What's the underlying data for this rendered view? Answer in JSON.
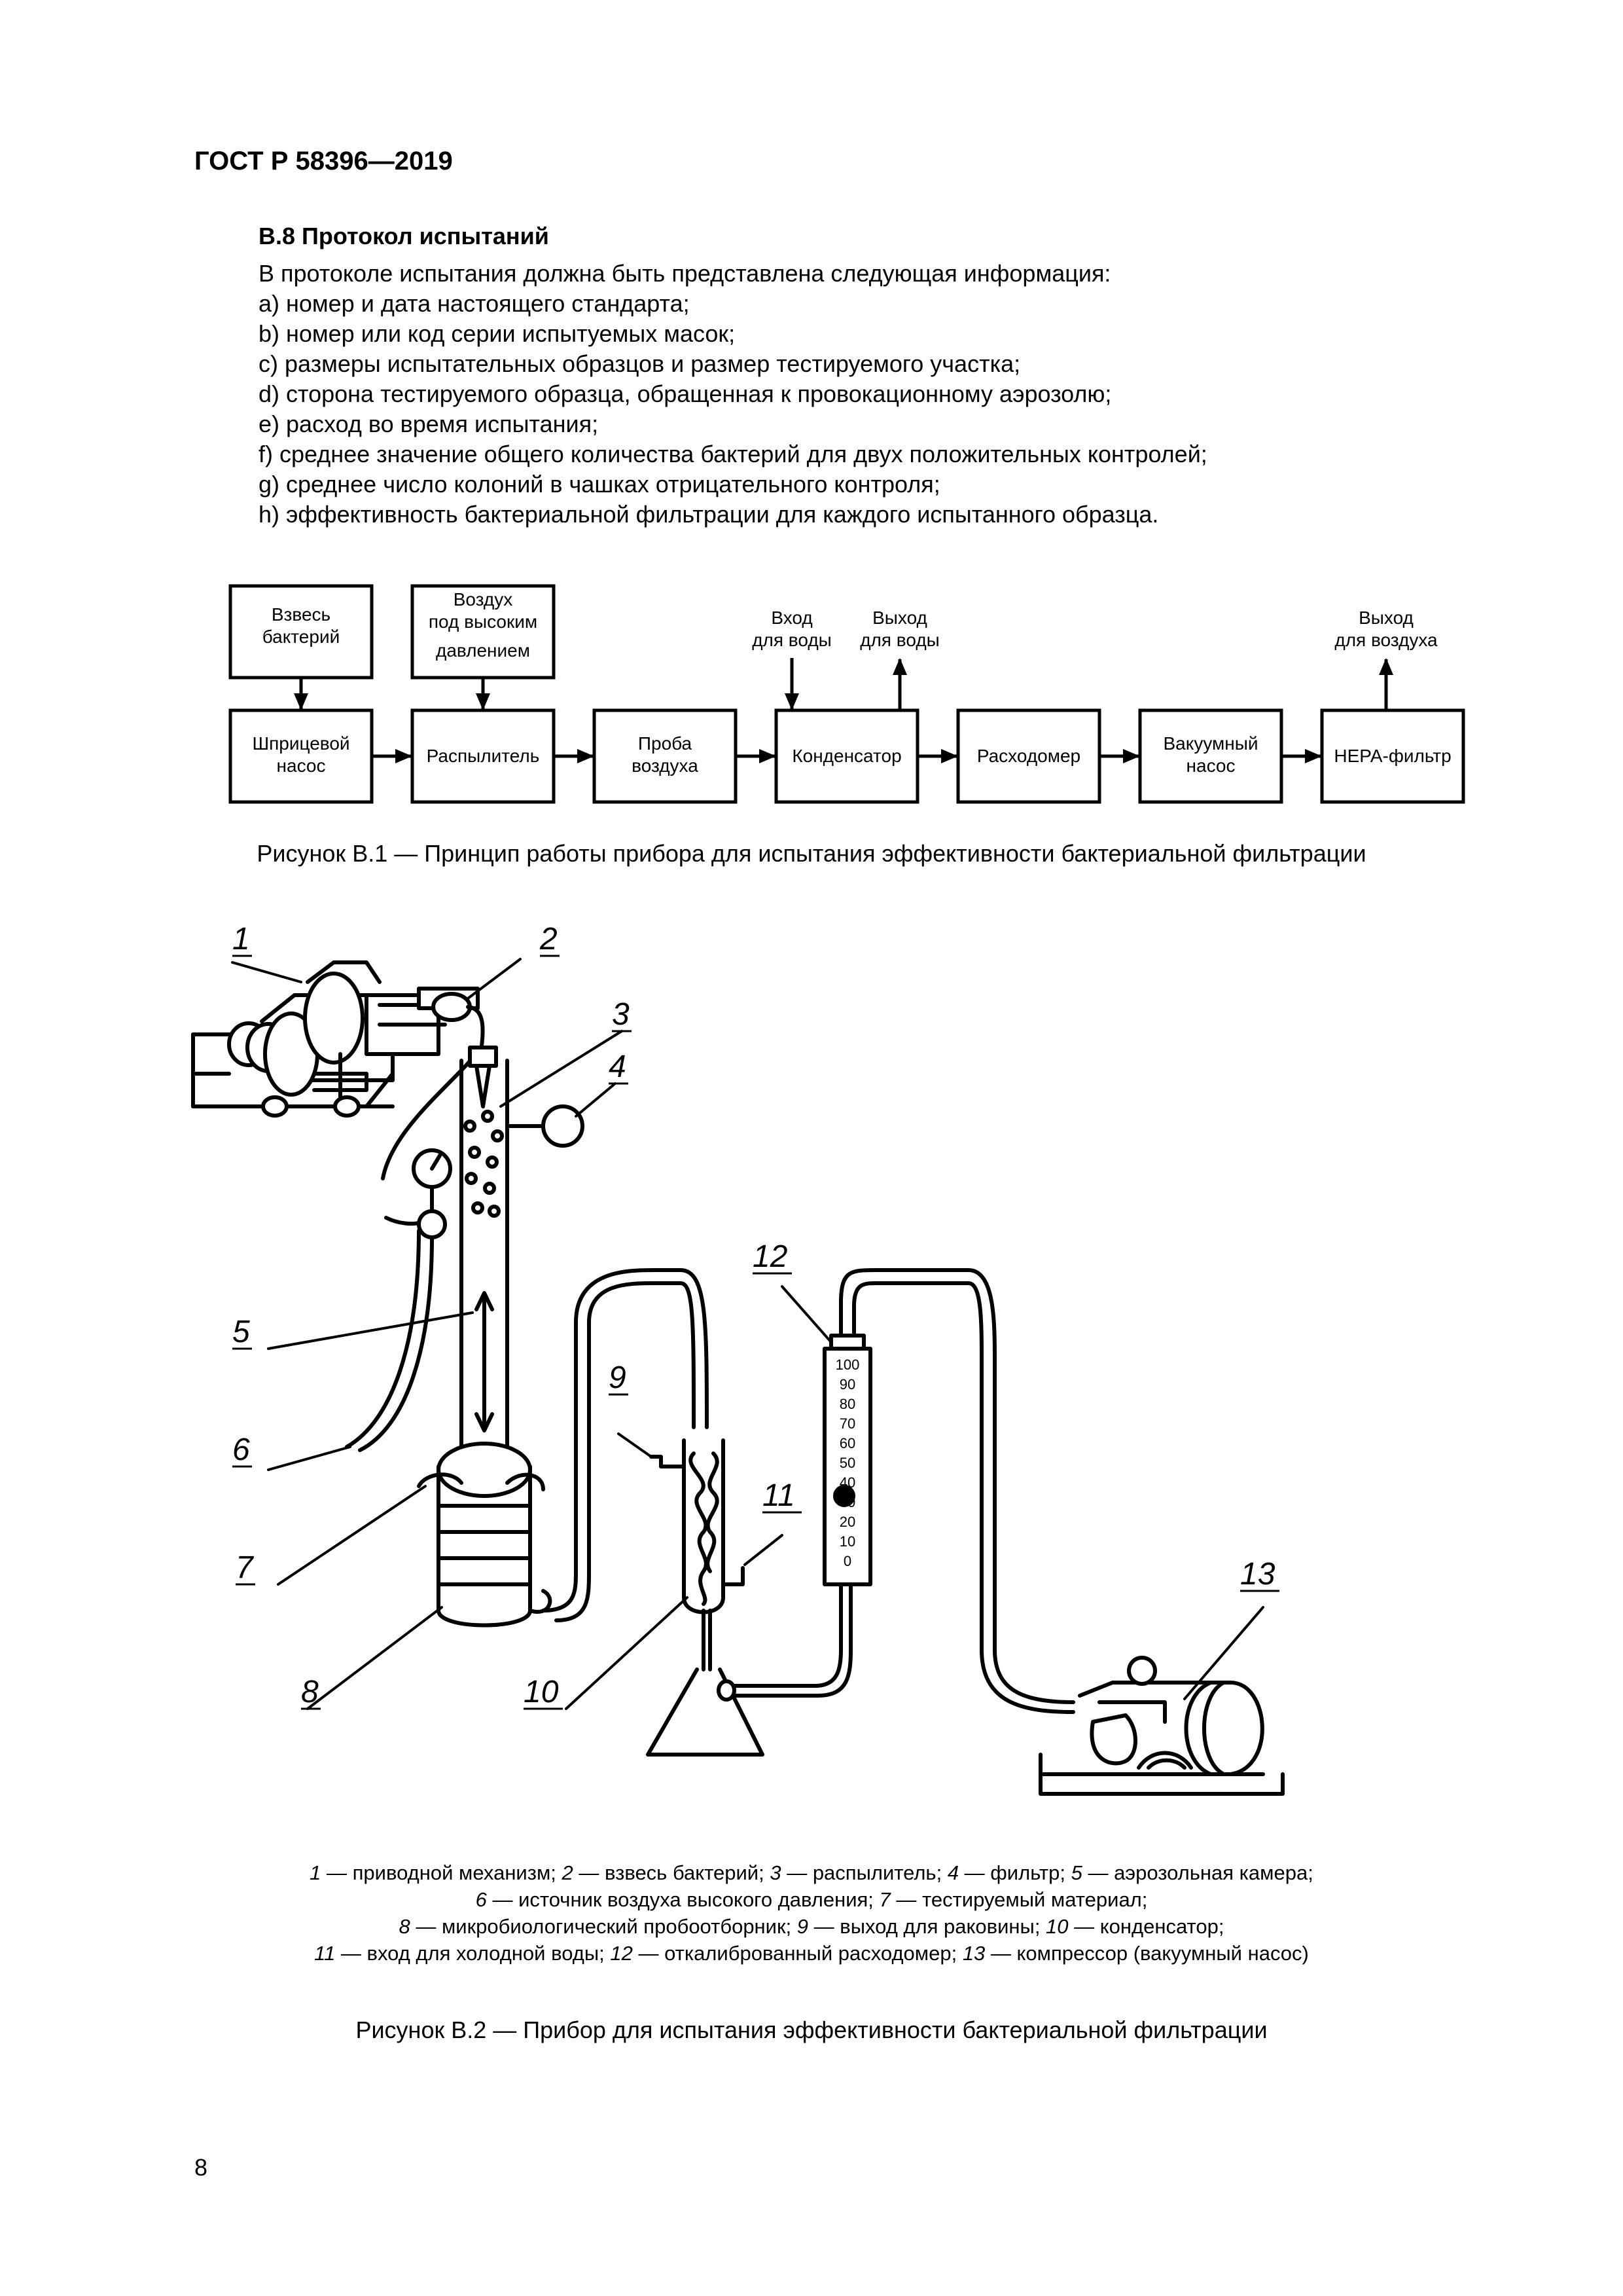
{
  "header": {
    "standard": "ГОСТ Р 58396—2019"
  },
  "section": {
    "title": "В.8 Протокол испытаний",
    "intro": "В протоколе испытания должна быть представлена следующая информация:",
    "items": [
      "a)  номер и дата настоящего стандарта;",
      "b)  номер или код серии испытуемых масок;",
      "c)  размеры испытательных образцов и размер тестируемого участка;",
      "d)  сторона тестируемого образца, обращенная к провокационному аэрозолю;",
      "e)  расход во время испытания;",
      "f)  среднее значение общего количества бактерий для двух положительных контролей;",
      "g)  среднее число колоний в чашках отрицательного контроля;",
      "h)  эффективность бактериальной фильтрации для каждого испытанного образца."
    ]
  },
  "figure1": {
    "inputs": {
      "bacteria": [
        "Взвесь",
        "бактерий"
      ],
      "air": [
        "Воздух",
        "под высоким",
        "давлением"
      ],
      "water_in": [
        "Вход",
        "для воды"
      ],
      "water_out": [
        "Выход",
        "для воды"
      ],
      "air_out": [
        "Выход",
        "для воздуха"
      ]
    },
    "chain": [
      [
        "Шприцевой",
        "насос"
      ],
      [
        "Распылитель"
      ],
      [
        "Проба",
        "воздуха"
      ],
      [
        "Конденсатор"
      ],
      [
        "Расходомер"
      ],
      [
        "Вакуумный",
        "насос"
      ],
      [
        "HEPA-фильтр"
      ]
    ],
    "caption": "Рисунок В.1 — Принцип работы прибора для испытания эффективности бактериальной фильтрации"
  },
  "figure2": {
    "callouts": [
      "1",
      "2",
      "3",
      "4",
      "5",
      "6",
      "7",
      "8",
      "9",
      "10",
      "11",
      "12",
      "13"
    ],
    "scale": [
      "100",
      "90",
      "80",
      "70",
      "60",
      "50",
      "40",
      "30",
      "20",
      "10",
      "0"
    ],
    "legend": [
      [
        {
          "n": "1",
          "t": " — приводной механизм; "
        },
        {
          "n": "2",
          "t": " — взвесь бактерий; "
        },
        {
          "n": "3",
          "t": " — распылитель; "
        },
        {
          "n": "4",
          "t": " — фильтр; "
        },
        {
          "n": "5",
          "t": " — аэрозольная камера;"
        }
      ],
      [
        {
          "n": "6",
          "t": " — источник воздуха высокого давления; "
        },
        {
          "n": "7",
          "t": " — тестируемый материал;"
        }
      ],
      [
        {
          "n": "8",
          "t": " — микробиологический пробоотборник; "
        },
        {
          "n": "9",
          "t": " — выход для раковины; "
        },
        {
          "n": "10",
          "t": " — конденсатор;"
        }
      ],
      [
        {
          "n": "11",
          "t": " — вход для холодной воды; "
        },
        {
          "n": "12",
          "t": " — откалиброванный расходомер; "
        },
        {
          "n": "13",
          "t": " — компрессор (вакуумный насос)"
        }
      ]
    ],
    "caption": "Рисунок В.2 — Прибор для испытания эффективности бактериальной фильтрации"
  },
  "page": {
    "number": "8"
  }
}
